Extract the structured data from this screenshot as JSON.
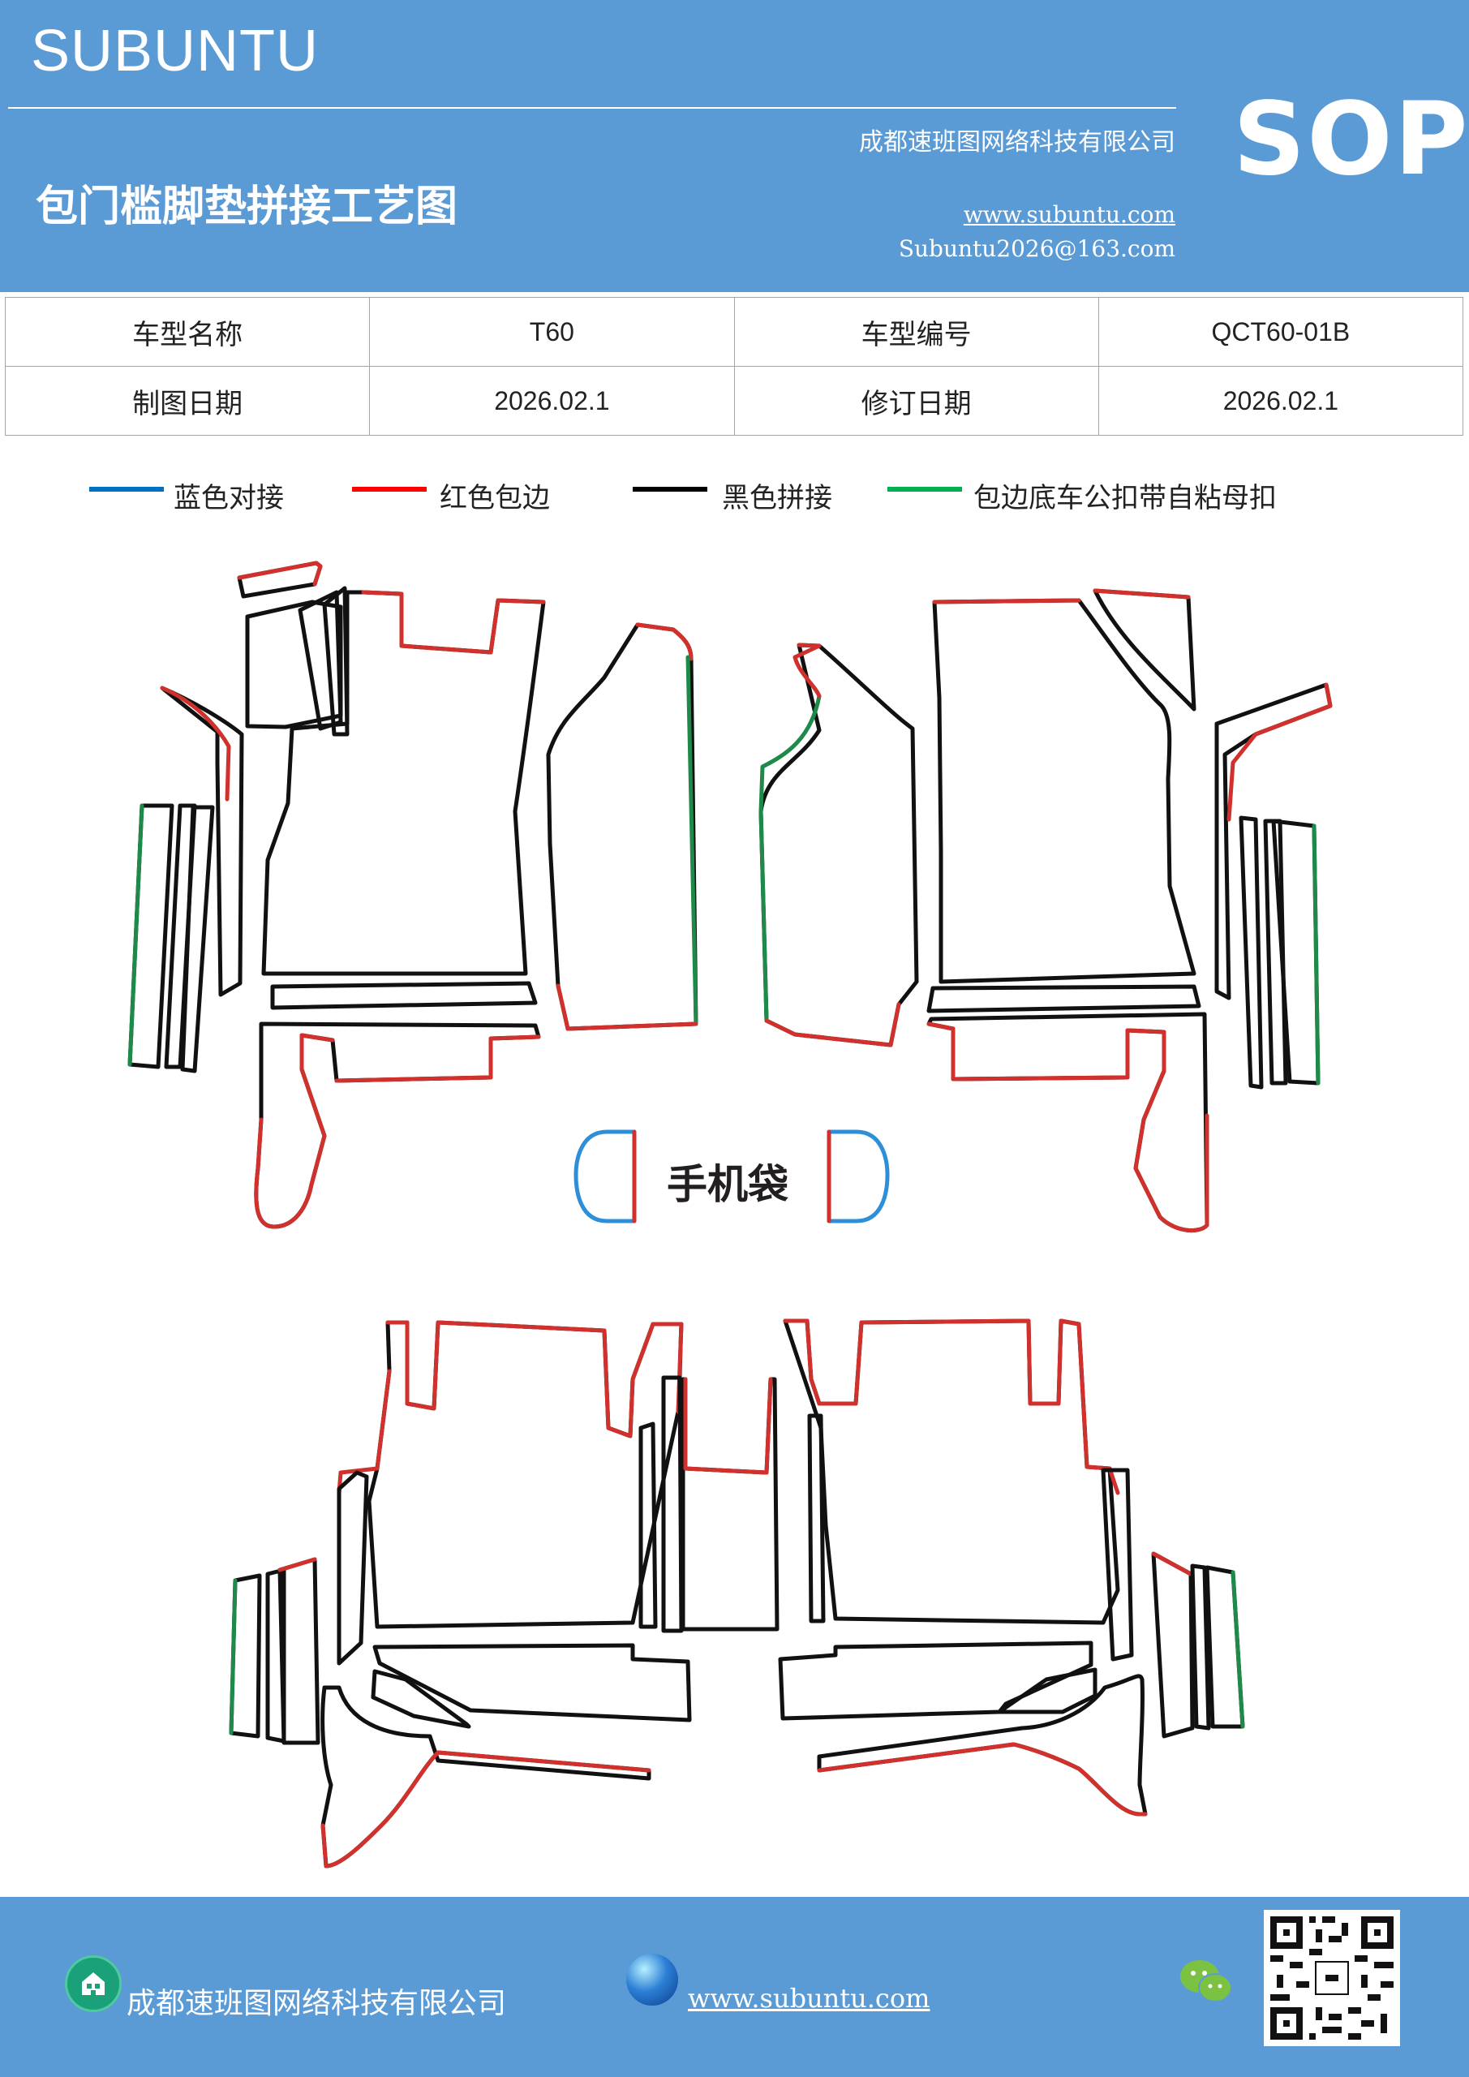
{
  "header": {
    "brand": "SUBUNTU",
    "company": "成都速班图网络科技有限公司",
    "title": "包门槛脚垫拼接工艺图",
    "website": "www.subuntu.com",
    "email": "Subuntu2026@163.com",
    "badge": "SOP"
  },
  "info_table": {
    "rows": [
      {
        "label1": "车型名称",
        "value1": "T60",
        "label2": "车型编号",
        "value2": "QCT60-01B"
      },
      {
        "label1": "制图日期",
        "value1": "2026.02.1",
        "label2": "修订日期",
        "value2": "2026.02.1"
      }
    ]
  },
  "legend": [
    {
      "label": "蓝色对接",
      "color": "#0070c0"
    },
    {
      "label": "红色包边",
      "color": "#ff0000"
    },
    {
      "label": "黑色拼接",
      "color": "#000000"
    },
    {
      "label": "包边底车公扣带自粘母扣",
      "color": "#00b050"
    }
  ],
  "diagram": {
    "phone_bag_label": "手机袋",
    "stroke_colors": {
      "black": "#111111",
      "red": "#d0312d",
      "green": "#1e8a4a",
      "blue": "#2e8fd8"
    }
  },
  "footer": {
    "company": "成都速班图网络科技有限公司",
    "website": "www.subuntu.com",
    "home_icon": "building-icon",
    "globe_icon": "globe-icon",
    "wechat_icon": "wechat-icon",
    "qr_icon": "qr-code-icon"
  }
}
